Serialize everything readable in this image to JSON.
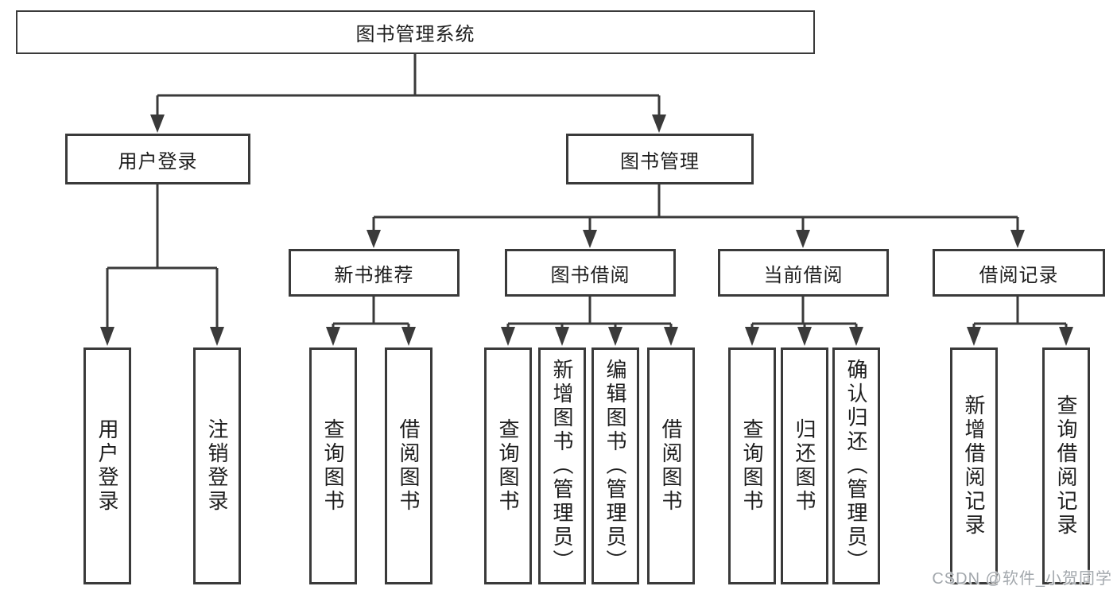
{
  "diagram": {
    "root": "图书管理系统",
    "level2": {
      "user_login": "用户登录",
      "book_mgmt": "图书管理"
    },
    "user_login_children": {
      "login": "用户登录",
      "logout": "注销登录"
    },
    "book_mgmt_children": {
      "new_rec": "新书推荐",
      "borrow": "图书借阅",
      "current": "当前借阅",
      "record": "借阅记录"
    },
    "new_rec_children": {
      "query_book": "查询图书",
      "borrow_book": "借阅图书"
    },
    "borrow_children": {
      "query_book": "查询图书",
      "add_book": "新增图书（管理员）",
      "edit_book": "编辑图书（管理员）",
      "borrow_book": "借阅图书"
    },
    "current_children": {
      "query_book": "查询图书",
      "return_book": "归还图书",
      "confirm_return": "确认归还（管理员）"
    },
    "record_children": {
      "add_record": "新增借阅记录",
      "query_record": "查询借阅记录"
    }
  },
  "watermark": {
    "text": "CSDN @软件_小贺同学"
  },
  "colors": {
    "line": "#3a3a3a",
    "border": "#3a3a3a",
    "text": "#1e1e1e",
    "background": "#ffffff",
    "watermark": "#a3a8ad"
  }
}
